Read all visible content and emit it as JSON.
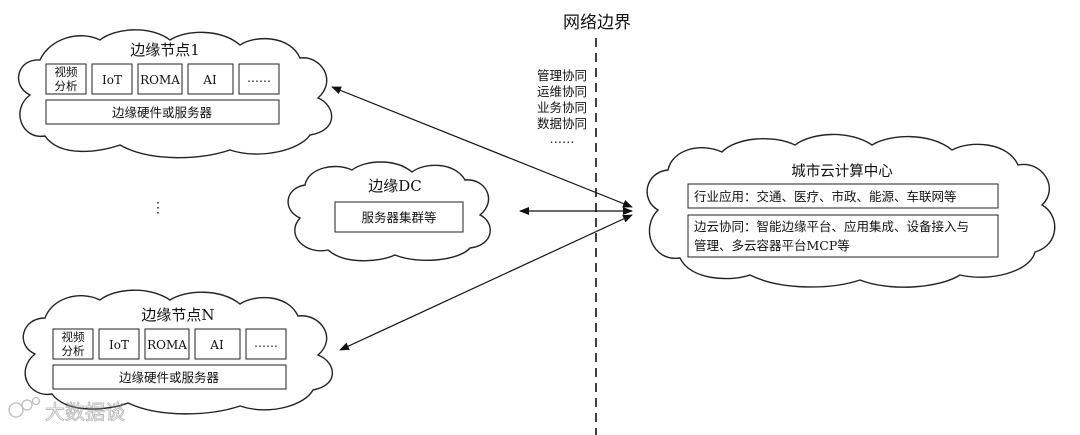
{
  "boundary": {
    "title": "网络边界",
    "collab_lines": [
      "管理协同",
      "运维协同",
      "业务协同",
      "数据协同",
      "……"
    ]
  },
  "edge_node_1": {
    "title": "边缘节点1",
    "modules": [
      {
        "lines": [
          "视频",
          "分析"
        ]
      },
      {
        "label": "IoT"
      },
      {
        "label": "ROMA"
      },
      {
        "label": "AI"
      },
      {
        "label": "……"
      }
    ],
    "hardware": "边缘硬件或服务器"
  },
  "edge_dc": {
    "title": "边缘DC",
    "cluster": "服务器集群等"
  },
  "ellipsis": "⋮",
  "edge_node_n": {
    "title": "边缘节点N",
    "modules": [
      {
        "lines": [
          "视频",
          "分析"
        ]
      },
      {
        "label": "IoT"
      },
      {
        "label": "ROMA"
      },
      {
        "label": "AI"
      },
      {
        "label": "……"
      }
    ],
    "hardware": "边缘硬件或服务器"
  },
  "city_cloud": {
    "title": "城市云计算中心",
    "industry_apps": "行业应用：交通、医疗、市政、能源、车联网等",
    "edge_cloud_line1": "边云协同：智能边缘平台、应用集成、设备接入与",
    "edge_cloud_line2": "管理、多云容器平台MCP等"
  },
  "watermark": "大数据谈"
}
